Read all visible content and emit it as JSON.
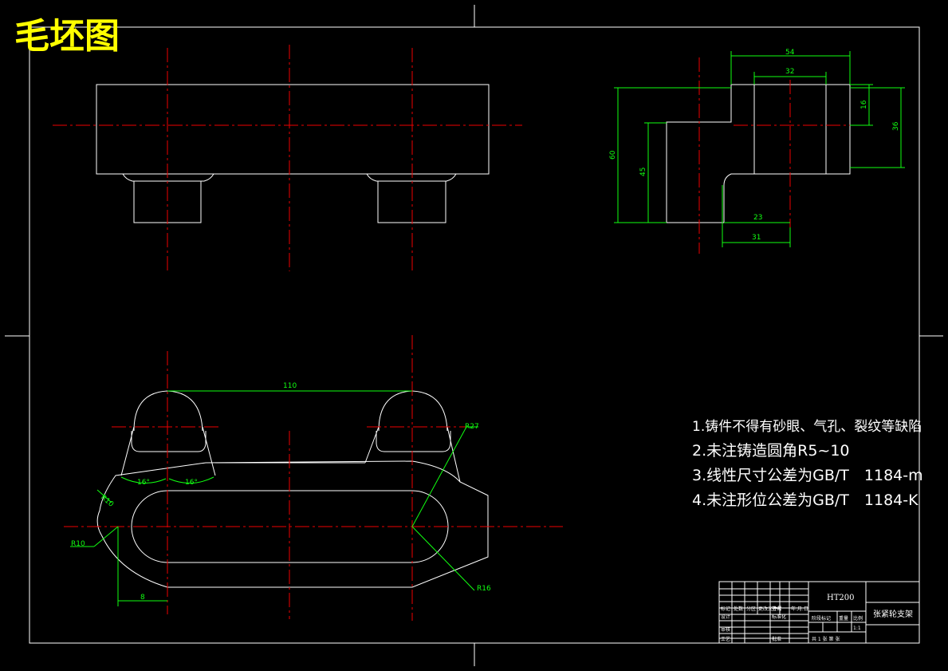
{
  "drawing": {
    "title": "毛坯图",
    "colors": {
      "background": "#000000",
      "outline": "#ffffff",
      "centerline": "#e00000",
      "dimension": "#11ff11",
      "title": "#ffff00"
    }
  },
  "dimensions": {
    "side_view": {
      "d54": "54",
      "d32": "32",
      "d16": "16",
      "d36": "36",
      "d60": "60",
      "d45": "45",
      "d23": "23",
      "d31": "31"
    },
    "plan_view": {
      "d110": "110",
      "r27": "R27",
      "r10_left": "R10",
      "r16": "R16",
      "r10_upper": "R10",
      "angle_left": "16°",
      "angle_right": "16°",
      "small": "8"
    }
  },
  "notes": [
    "1.铸件不得有砂眼、气孔、裂纹等缺陷",
    "2.未注铸造圆角R5~10",
    "3.线性尺寸公差为GB/T　1184-m",
    "4.未注形位公差为GB/T　1184-K"
  ],
  "title_block": {
    "material": "HT200",
    "part_name": "张紧轮支架",
    "scale_row": "比例",
    "sheet": "共 1 张 第 张",
    "row_labels": [
      "标记",
      "处数",
      "分区",
      "更改文件号",
      "签名",
      "年.月.日"
    ],
    "design": "设计",
    "standard": "标准化",
    "review": "审核",
    "process": "工艺",
    "approve": "批准",
    "stage": "阶段标记",
    "weight": "重量",
    "ratio": "比例",
    "one": "1:1"
  }
}
